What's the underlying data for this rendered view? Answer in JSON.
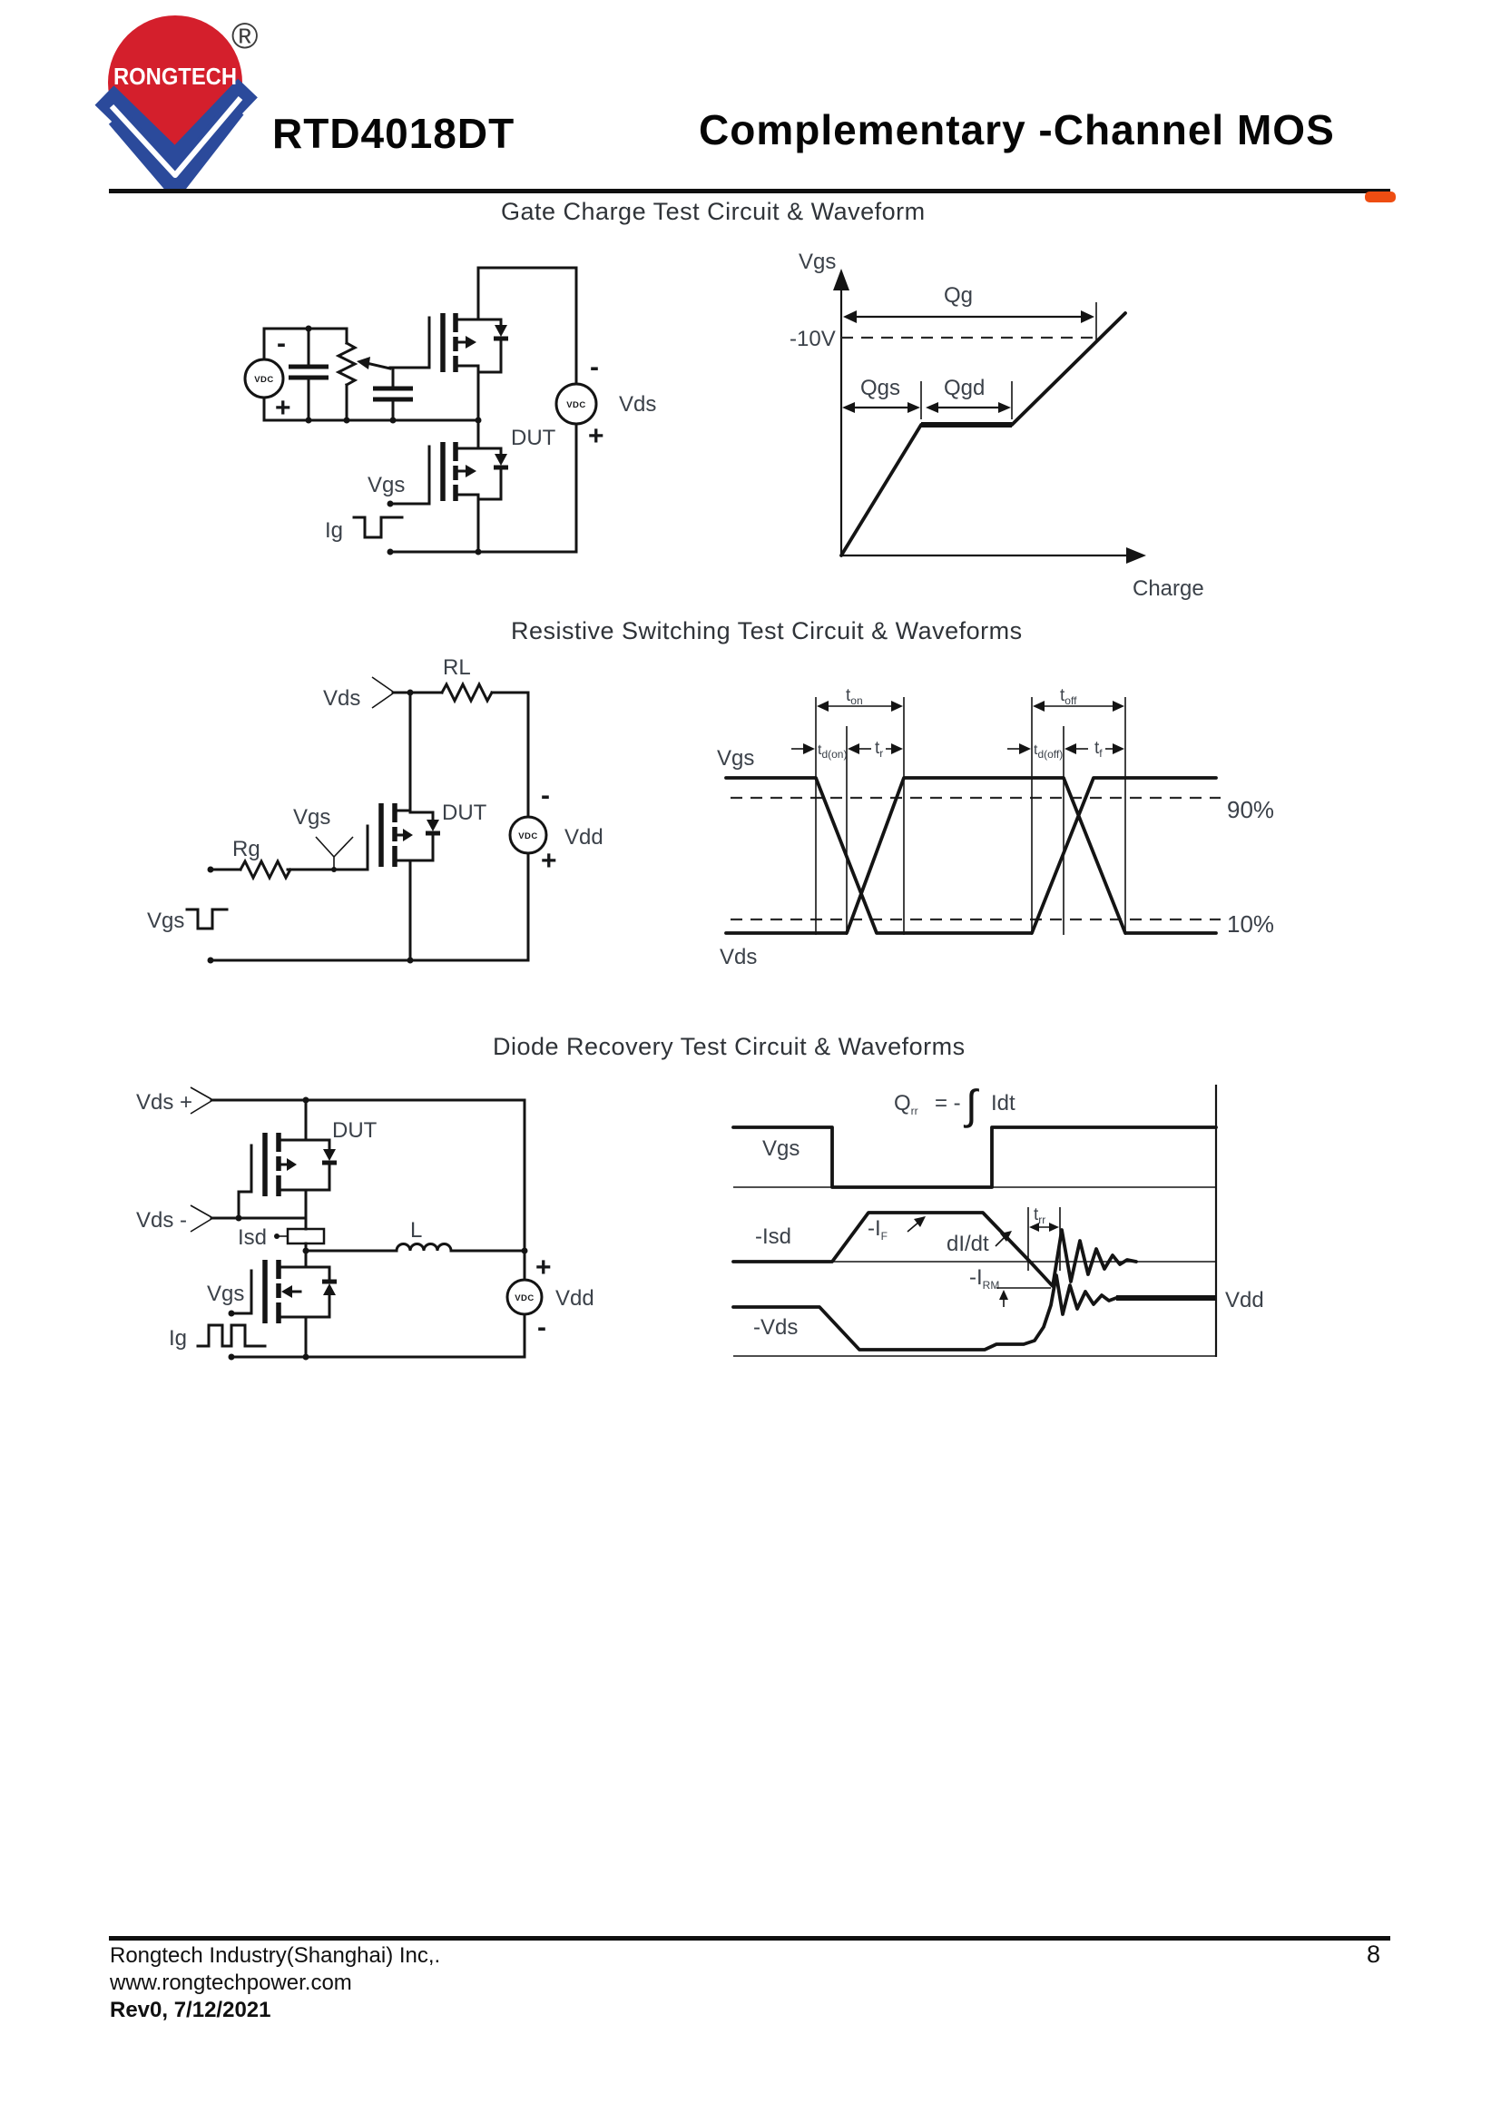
{
  "page": {
    "accent_color": "#ee4d12"
  },
  "header": {
    "logo": {
      "brand": "RONGTECH",
      "registered": "®",
      "circle_color": "#d41f2c",
      "v_color": "#2b4a9b"
    },
    "part_number": "RTD4018DT",
    "title": "Complementary -Channel MOS"
  },
  "gate_charge": {
    "heading": "Gate Charge Test Circuit & Waveform",
    "circuit": {
      "vdc": "VDC",
      "minus": "-",
      "plus": "+",
      "vgs": "Vgs",
      "ig": "Ig",
      "dut": "DUT",
      "vds": "Vds"
    },
    "waveform": {
      "y_label": "Vgs",
      "x_label": "Charge",
      "level": "-10V",
      "qg": "Qg",
      "qgs": "Qgs",
      "qgd": "Qgd"
    }
  },
  "resistive": {
    "heading": "Resistive Switching Test Circuit & Waveforms",
    "circuit": {
      "rl": "RL",
      "vds": "Vds",
      "vgs": "Vgs",
      "rg": "Rg",
      "dut": "DUT",
      "vdc": "VDC",
      "minus": "-",
      "plus": "+",
      "vdd": "Vdd",
      "vgs_pulse": "Vgs"
    },
    "waveform": {
      "vgs": "Vgs",
      "vds": "Vds",
      "p90": "90%",
      "p10": "10%",
      "t_on": {
        "b": "t",
        "s": "on"
      },
      "t_d_on": {
        "b": "t",
        "s": "d(on)"
      },
      "t_r": {
        "b": "t",
        "s": "r"
      },
      "t_off": {
        "b": "t",
        "s": "off"
      },
      "t_d_off": {
        "b": "t",
        "s": "d(off)"
      },
      "t_f": {
        "b": "t",
        "s": "f"
      }
    }
  },
  "diode": {
    "heading": "Diode Recovery Test Circuit & Waveforms",
    "circuit": {
      "vds_plus": "Vds +",
      "vds_minus": "Vds -",
      "dut": "DUT",
      "isd": "Isd",
      "l": "L",
      "vgs": "Vgs",
      "ig": "Ig",
      "vdc": "VDC",
      "plus": "+",
      "minus": "-",
      "vdd": "Vdd"
    },
    "waveform": {
      "formula": {
        "q": "Q",
        "q_sub": "rr",
        "eq": "= -",
        "integral": "∫",
        "rest": "Idt"
      },
      "vgs": "Vgs",
      "isd": "-Isd",
      "vds": "-Vds",
      "vdd": "Vdd",
      "i_f": {
        "b": "-I",
        "s": "F"
      },
      "didt": "dI/dt",
      "t_rr": {
        "b": "t",
        "s": "rr"
      },
      "i_rm": {
        "b": "-I",
        "s": "RM"
      }
    }
  },
  "footer": {
    "company": "Rongtech Industry(Shanghai) Inc,.",
    "website": "www.rongtechpower.com",
    "revision": "Rev0, 7/12/2021",
    "page": "8"
  }
}
